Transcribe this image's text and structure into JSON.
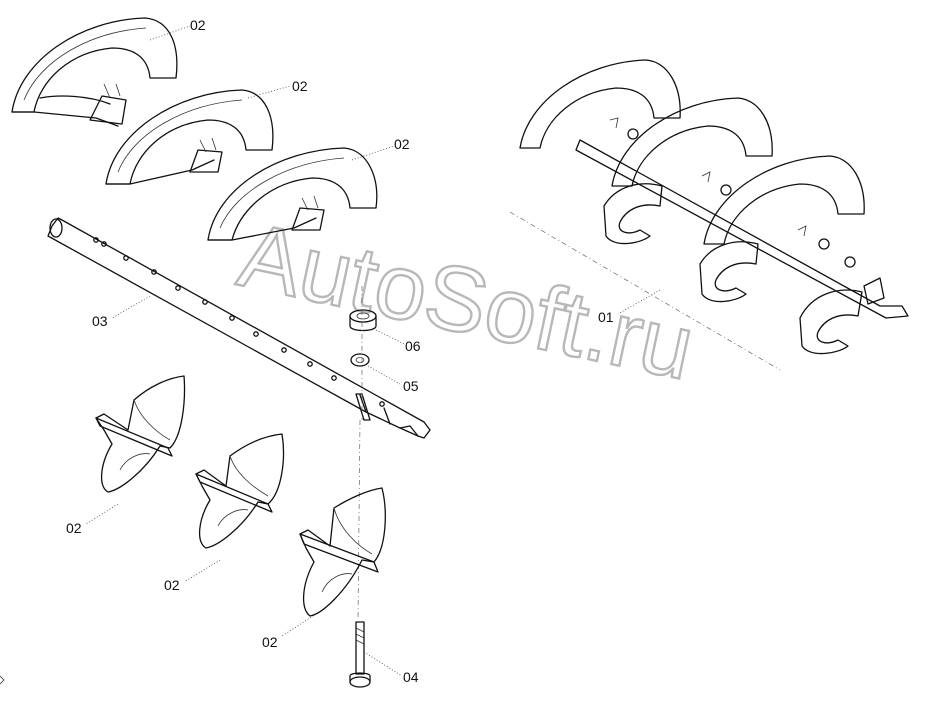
{
  "watermark": "AutoSoft.ru",
  "callouts": {
    "assembly": "01",
    "flight_top_1": "02",
    "flight_top_2": "02",
    "flight_top_3": "02",
    "flight_bottom_1": "02",
    "flight_bottom_2": "02",
    "flight_bottom_3": "02",
    "shaft": "03",
    "bolt": "04",
    "washer": "05",
    "nut": "06"
  },
  "icons": {
    "flight_segment": "auger-flight-segment-icon",
    "shaft": "auger-shaft-icon",
    "bolt": "bolt-icon",
    "washer": "washer-icon",
    "nut": "nut-icon",
    "assembly": "auger-assembly-icon"
  }
}
